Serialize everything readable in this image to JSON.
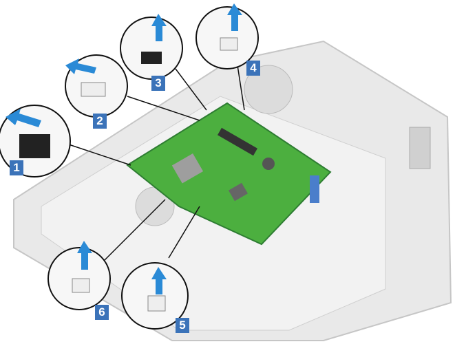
{
  "figure": {
    "callouts": [
      {
        "number": "1"
      },
      {
        "number": "2"
      },
      {
        "number": "3"
      },
      {
        "number": "4"
      },
      {
        "number": "5"
      },
      {
        "number": "6"
      }
    ],
    "colors": {
      "badge": "#3b73b9",
      "arrow": "#2a8ad6",
      "board": "#4caf3f",
      "chassis": "#d9d9d9"
    }
  }
}
